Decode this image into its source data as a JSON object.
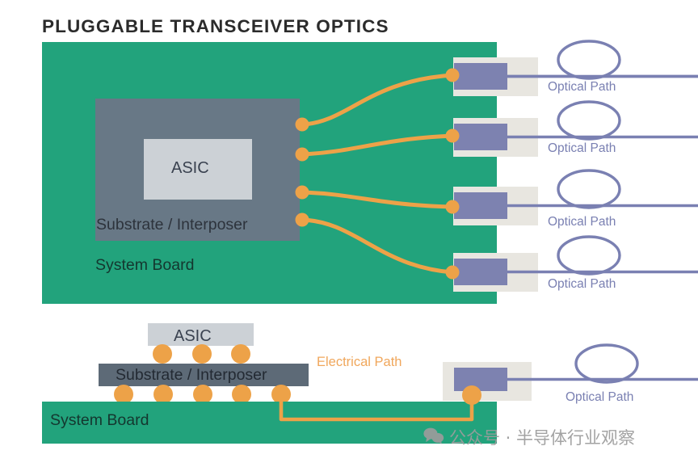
{
  "title": "PLUGGABLE TRANSCEIVER OPTICS",
  "colors": {
    "board_green": "#22a37c",
    "substrate_gray": "#687886",
    "asic_gray": "#ccd1d6",
    "module_purple": "#7d82b0",
    "cage_beige": "#e8e6e0",
    "solder_orange": "#eda248",
    "fiber_purple": "#7a80b2",
    "title_dark": "#2b2b2b",
    "electrical_label": "#f0a75c",
    "watermark_gray": "#9c9c9c"
  },
  "top_view": {
    "board_label": "System Board",
    "substrate_label": "Substrate / Interposer",
    "asic_label": "ASIC",
    "modules": [
      {
        "optical_label": "Optical Path"
      },
      {
        "optical_label": "Optical Path"
      },
      {
        "optical_label": "Optical Path"
      },
      {
        "optical_label": "Optical Path"
      }
    ]
  },
  "bottom_view": {
    "board_label": "System Board",
    "substrate_label": "Substrate / Interposer",
    "asic_label": "ASIC",
    "electrical_label": "Electrical Path",
    "optical_label": "Optical Path"
  },
  "watermark": {
    "icon": "wechat-icon",
    "text": "公众号 · 半导体行业观察"
  }
}
